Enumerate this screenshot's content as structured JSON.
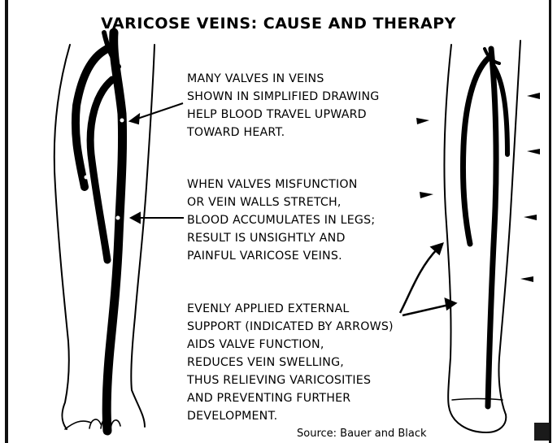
{
  "title": "VARICOSE VEINS: CAUSE AND THERAPY",
  "paragraphs": [
    "MANY VALVES IN VEINS\nSHOWN IN SIMPLIFIED DRAWING\nHELP BLOOD TRAVEL UPWARD\nTOWARD HEART.",
    "WHEN VALVES MISFUNCTION\nOR VEIN WALLS STRETCH,\nBLOOD ACCUMULATES IN LEGS;\nRESULT IS UNSIGHTLY AND\nPAINFUL VARICOSE VEINS.",
    "EVENLY APPLIED EXTERNAL\nSUPPORT (INDICATED BY ARROWS)\nAIDS VALVE FUNCTION,\nREDUCES VEIN SWELLING,\nTHUS RELIEVING VARICOSITIES\nAND PREVENTING FURTHER\nDEVELOPMENT."
  ],
  "source": "Source: Bauer and Black",
  "colors": {
    "ink": "#000000",
    "paper": "#ffffff"
  }
}
